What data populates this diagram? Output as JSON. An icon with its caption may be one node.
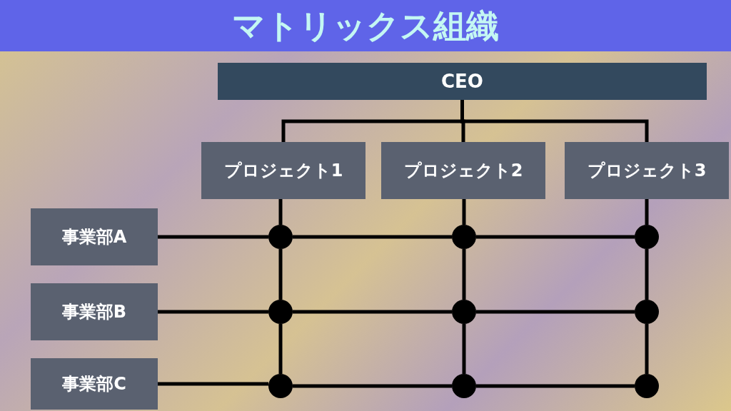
{
  "diagram": {
    "title": "マトリックス組織",
    "nodes": [
      {
        "text": [
          "CEO"
        ]
      },
      {
        "text": [
          "プロジェクト1"
        ]
      },
      {
        "text": [
          "プロジェクト2"
        ]
      },
      {
        "text": [
          "プロジェクト3"
        ]
      },
      {
        "text": [
          "事業部A"
        ]
      },
      {
        "text": [
          "事業部B"
        ]
      },
      {
        "text": [
          "事業部C"
        ]
      },
      {
        "text": [],
        "shape": "circle"
      },
      {
        "text": [],
        "shape": "circle"
      },
      {
        "text": [],
        "shape": "circle"
      },
      {
        "text": [],
        "shape": "circle"
      },
      {
        "text": [],
        "shape": "circle"
      },
      {
        "text": [],
        "shape": "circle"
      },
      {
        "text": [],
        "shape": "circle"
      },
      {
        "text": [],
        "shape": "circle"
      },
      {
        "text": [],
        "shape": "circle"
      }
    ],
    "edges": [
      {
        "from": 0,
        "to": 1,
        "arrow": "none"
      },
      {
        "from": 0,
        "to": 2,
        "arrow": "none"
      },
      {
        "from": 0,
        "to": 3,
        "arrow": "none"
      },
      {
        "from": 1,
        "to": 7,
        "arrow": "none"
      },
      {
        "from": 7,
        "to": 10,
        "arrow": "none"
      },
      {
        "from": 10,
        "to": 13,
        "arrow": "none"
      },
      {
        "from": 2,
        "to": 8,
        "arrow": "none"
      },
      {
        "from": 8,
        "to": 11,
        "arrow": "none"
      },
      {
        "from": 11,
        "to": 14,
        "arrow": "none"
      },
      {
        "from": 3,
        "to": 9,
        "arrow": "none"
      },
      {
        "from": 9,
        "to": 12,
        "arrow": "none"
      },
      {
        "from": 12,
        "to": 15,
        "arrow": "none"
      },
      {
        "from": 4,
        "to": 7,
        "arrow": "none"
      },
      {
        "from": 7,
        "to": 8,
        "arrow": "none"
      },
      {
        "from": 8,
        "to": 9,
        "arrow": "none"
      },
      {
        "from": 5,
        "to": 10,
        "arrow": "none"
      },
      {
        "from": 10,
        "to": 11,
        "arrow": "none"
      },
      {
        "from": 11,
        "to": 12,
        "arrow": "none"
      },
      {
        "from": 6,
        "to": 13,
        "arrow": "none"
      },
      {
        "from": 13,
        "to": 14,
        "arrow": "none"
      },
      {
        "from": 14,
        "to": 15,
        "arrow": "none"
      }
    ]
  }
}
